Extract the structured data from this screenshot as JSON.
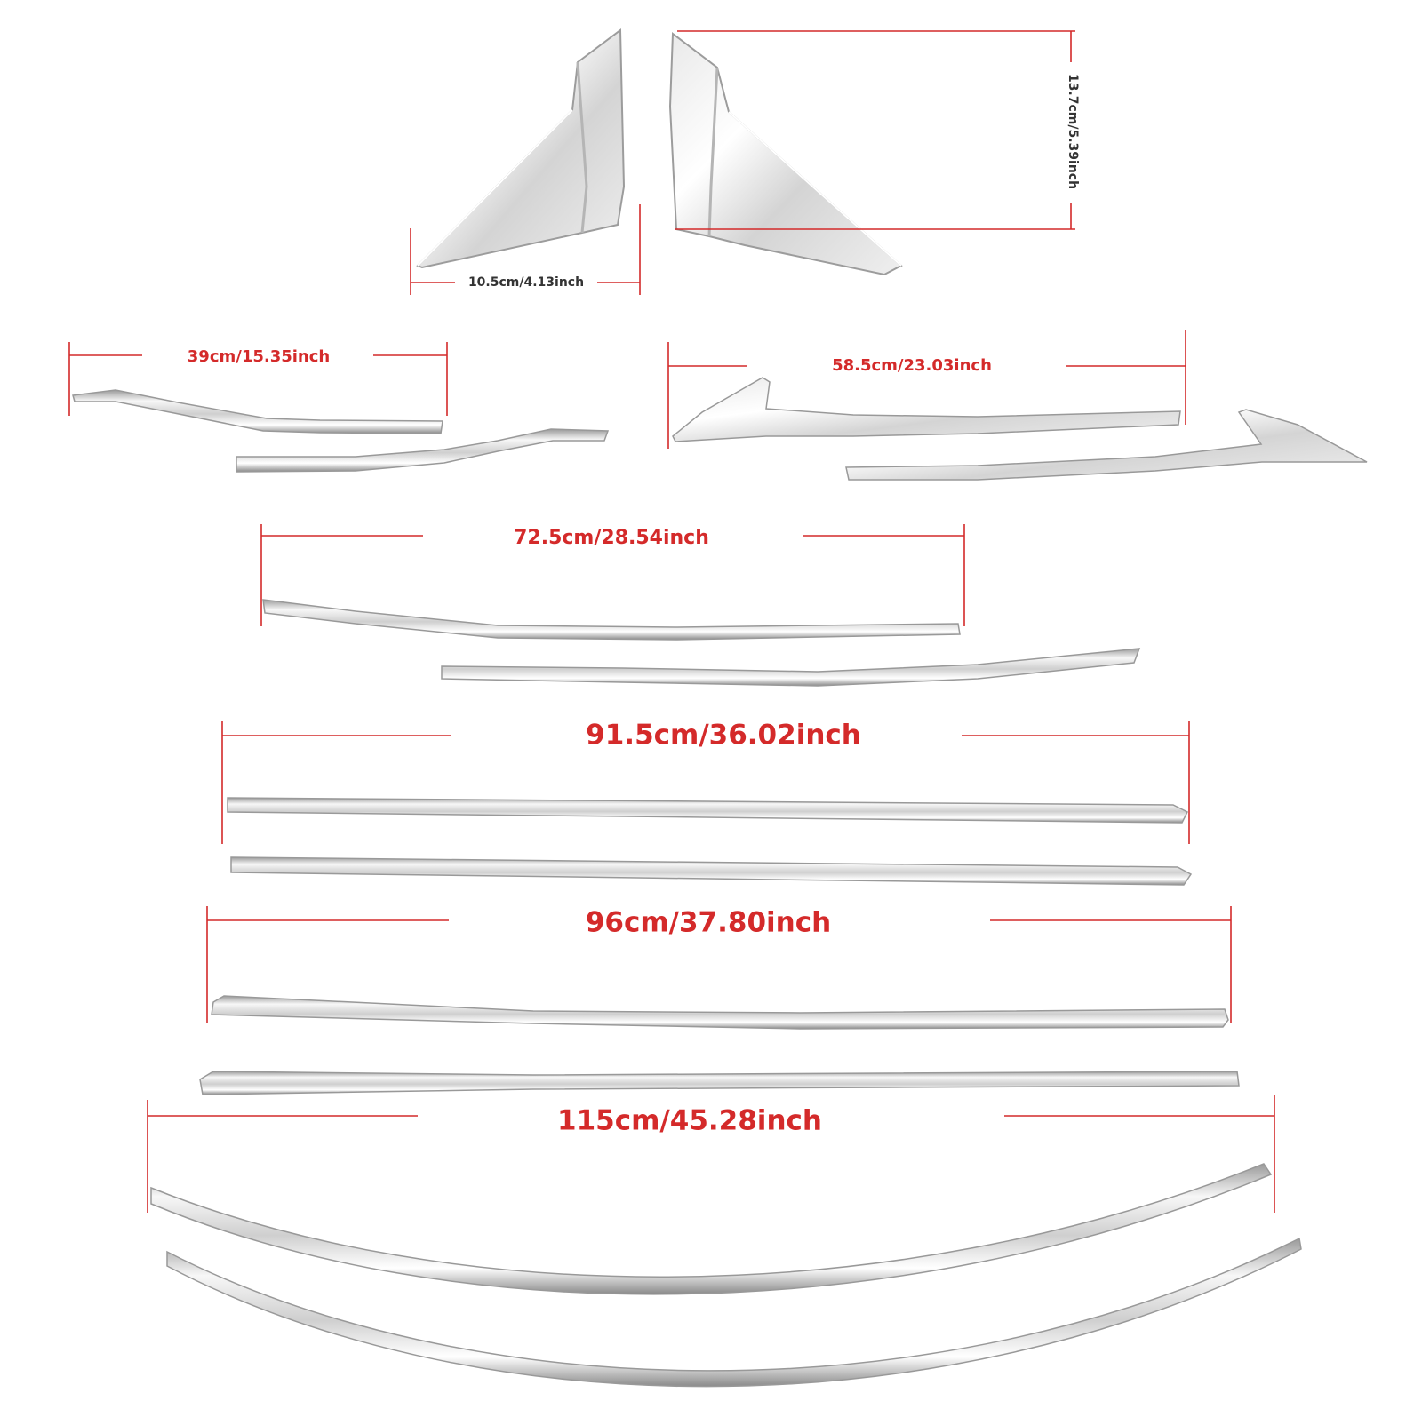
{
  "colors": {
    "dimension": "#d42a2a",
    "chrome_light": "#f4f4f4",
    "chrome_mid": "#c9c9c9",
    "chrome_dark": "#8e8e8e",
    "background": "#ffffff"
  },
  "dimensions": {
    "triangle_height": "13.7cm/5.39inch",
    "triangle_width": "10.5cm/4.13inch",
    "strip_39": "39cm/15.35inch",
    "strip_58": "58.5cm/23.03inch",
    "strip_72": "72.5cm/28.54inch",
    "strip_91": "91.5cm/36.02inch",
    "strip_96": "96cm/37.80inch",
    "strip_115": "115cm/45.28inch"
  }
}
